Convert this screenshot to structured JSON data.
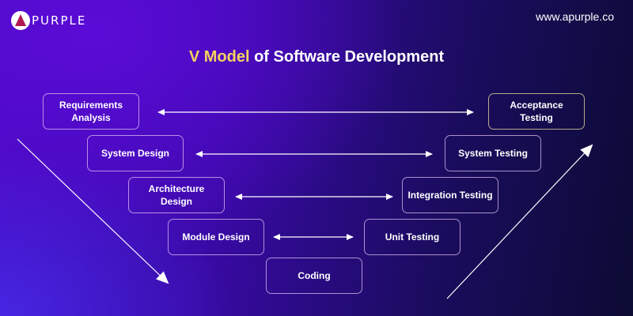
{
  "brand": {
    "logo_text": "PURPLE",
    "website": "www.apurple.co"
  },
  "title": {
    "highlight": "V Model",
    "rest": " of Software Development"
  },
  "stages": {
    "requirements": "Requirements Analysis",
    "system_design": "System Design",
    "architecture": "Architecture Design",
    "module": "Module Design",
    "coding": "Coding",
    "unit": "Unit Testing",
    "integration": "Integration Testing",
    "system_testing": "System Testing",
    "acceptance": "Acceptance Testing"
  },
  "links": [
    [
      "Requirements Analysis",
      "Acceptance Testing"
    ],
    [
      "System Design",
      "System Testing"
    ],
    [
      "Architecture Design",
      "Integration Testing"
    ],
    [
      "Module Design",
      "Unit Testing"
    ]
  ],
  "colors": {
    "highlight": "#f7d160",
    "arrow": "#ffffff"
  }
}
